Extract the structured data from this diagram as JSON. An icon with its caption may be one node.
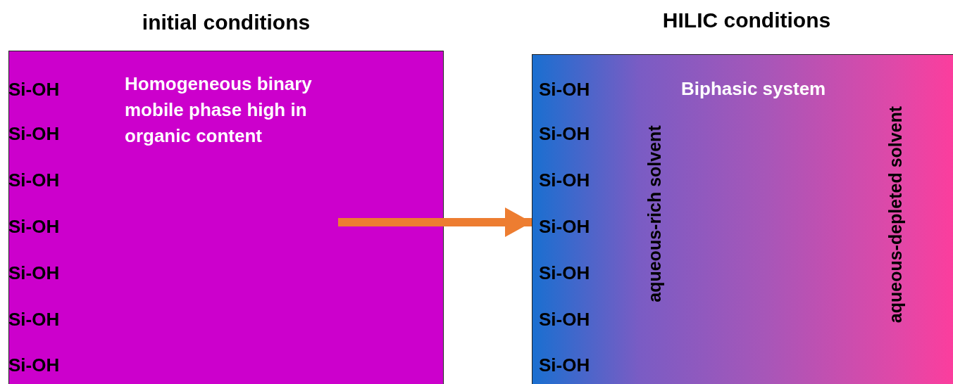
{
  "diagram": {
    "nodes": [
      {
        "text": [
          "initial conditions",
          "Homogeneous binary mobile phase high in organic content"
        ]
      },
      {
        "text": [
          "HILIC conditions",
          "Biphasic system",
          "aqueous-rich solvent",
          "aqueous-depleted solvent"
        ]
      }
    ],
    "edges": [
      {
        "from": 0,
        "to": 1,
        "arrow": "to",
        "color": "#ed7d31"
      }
    ],
    "labels": [
      "Si-OH",
      "Si-OH",
      "Si-OH",
      "Si-OH",
      "Si-OH",
      "Si-OH",
      "Si-OH",
      "Si-OH",
      "Si-OH",
      "Si-OH",
      "Si-OH",
      "Si-OH",
      "Si-OH",
      "Si-OH"
    ]
  }
}
